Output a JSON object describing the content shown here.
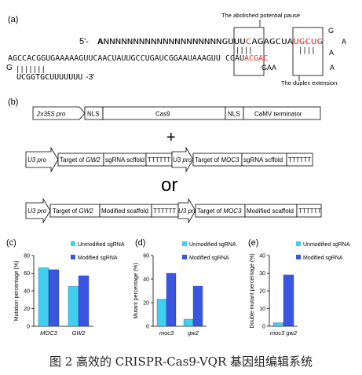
{
  "panel_a": {
    "label": "(a)",
    "pause_note": "The abolished potential pause",
    "duplex_note": "The duplex extension",
    "five_prime": "5'-",
    "seq_top": "ANNNNNNNNNNNNNNNNNNNNGUUUCAGAGCUAUGCUG",
    "seq_mid_black": "AGCCACGGUGAAAAAGUUCAACUAUUGCCUGAUCGGAAUAAAGUU CGAU",
    "seq_mid_red": "ACGAC",
    "stem_bottom": "UCGGTGCUUUUUUU",
    "three_prime": "-3'",
    "letter_g_left": "G",
    "letter_g_right": "G",
    "letter_u_top": "U",
    "letter_a_right": "A",
    "letter_a_bottom": "A",
    "gaa": "GAA",
    "pipes": "||||",
    "pipes_stem": "|||||||"
  },
  "panel_b": {
    "label": "(b)",
    "row1": [
      "2x35S pro",
      "NLS",
      "Cas9",
      "NLS",
      "CaMV terminator"
    ],
    "plus": "+",
    "or": "or",
    "row2": [
      "U3 pro",
      "Target of ",
      "GW2",
      "sgRNA scffold",
      "TTTTTT",
      "U3 pro",
      "Target of ",
      "MOC3",
      "sgRNA scffold",
      "TTTTTT"
    ],
    "row3": [
      "U3 pro",
      "Target of ",
      "GW2",
      "Modified scaffold",
      "TTTTTT",
      "U3 pro",
      "Target of ",
      "MOC3",
      "Modified scaffold",
      "TTTTTT"
    ]
  },
  "legend": {
    "unmodified": "Unmodified sgRNA",
    "modified": "Modified sgRNA"
  },
  "colors": {
    "unmodified": "#3fd0f0",
    "modified": "#3a55e0",
    "red": "#e03030"
  },
  "chart_data": [
    {
      "panel": "(c)",
      "type": "bar",
      "ylabel": "Mutation percentage (%)",
      "ylim": [
        0,
        80
      ],
      "yticks": [
        0,
        20,
        40,
        60,
        80
      ],
      "categories": [
        "MOC3",
        "GW2"
      ],
      "series": [
        {
          "name": "Unmodified sgRNA",
          "values": [
            66,
            45
          ]
        },
        {
          "name": "Modified sgRNA",
          "values": [
            64,
            57
          ]
        }
      ]
    },
    {
      "panel": "(d)",
      "type": "bar",
      "ylabel": "Mutant percentage (%)",
      "ylim": [
        0,
        60
      ],
      "yticks": [
        0,
        20,
        40,
        60
      ],
      "categories": [
        "moc3",
        "gw2"
      ],
      "series": [
        {
          "name": "Unmodified sgRNA",
          "values": [
            23,
            6
          ]
        },
        {
          "name": "Modified sgRNA",
          "values": [
            45,
            34
          ]
        }
      ]
    },
    {
      "panel": "(e)",
      "type": "bar",
      "ylabel": "Double mutant percentage (%)",
      "ylim": [
        0,
        40
      ],
      "yticks": [
        0,
        10,
        20,
        30,
        40
      ],
      "categories": [
        "moc3 gw2"
      ],
      "series": [
        {
          "name": "Unmodified sgRNA",
          "values": [
            2
          ]
        },
        {
          "name": "Modified sgRNA",
          "values": [
            29
          ]
        }
      ]
    }
  ],
  "caption": "图 2  高效的 CRISPR-Cas9-VQR 基因组编辑系统"
}
